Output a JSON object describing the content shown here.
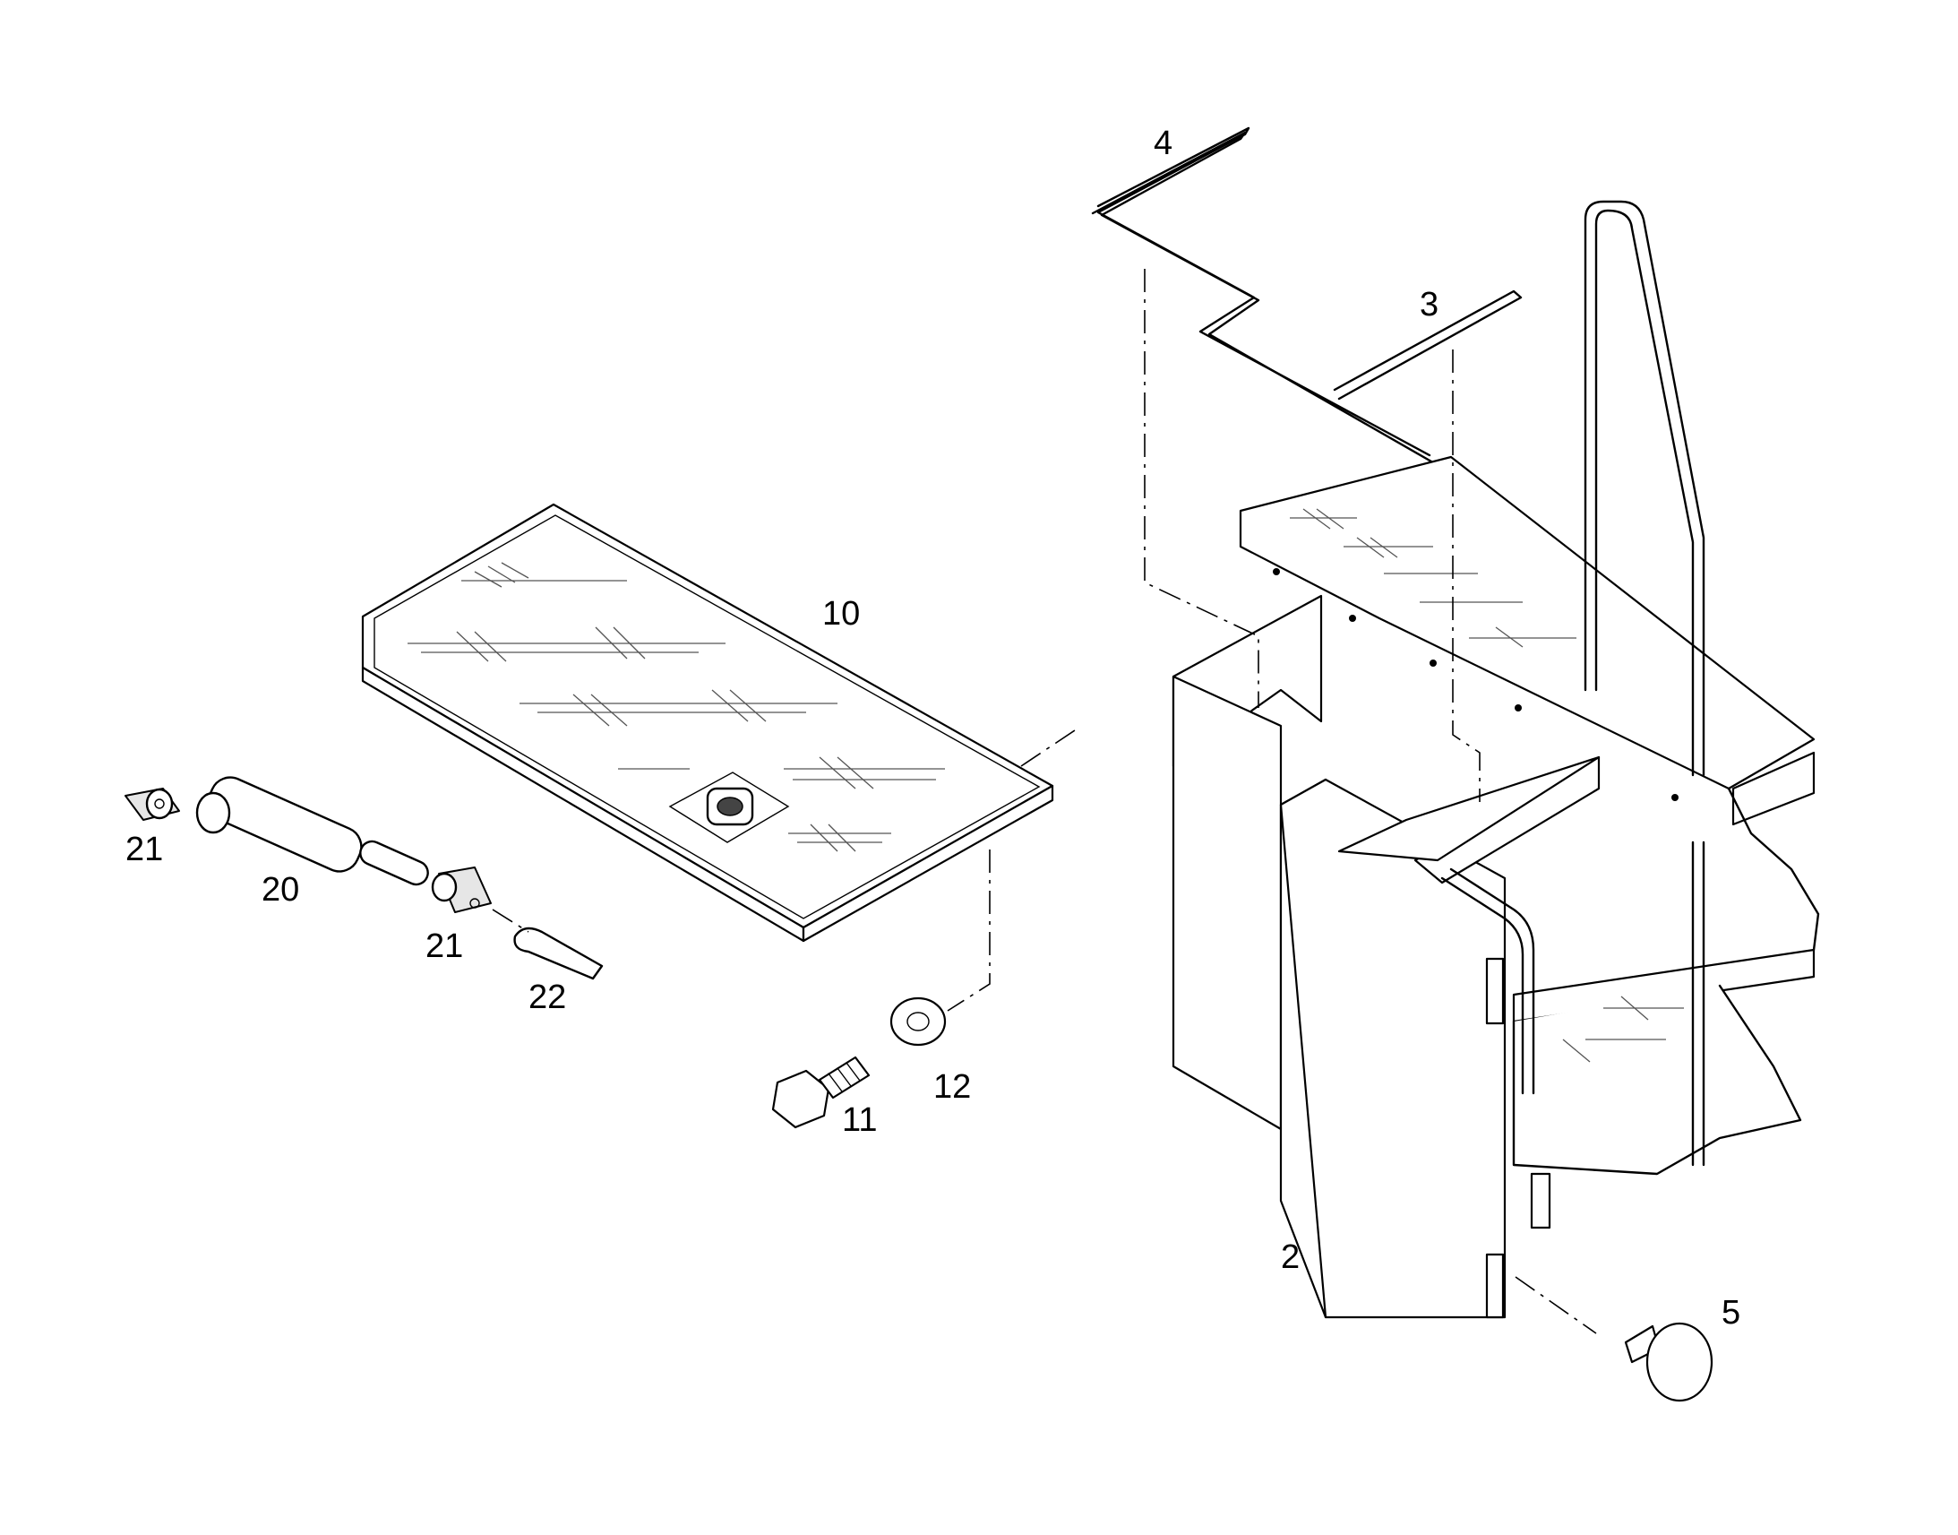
{
  "callouts": {
    "part_2": "2",
    "part_3": "3",
    "part_4": "4",
    "part_5": "5",
    "part_10": "10",
    "part_11": "11",
    "part_12": "12",
    "part_20": "20",
    "part_21_left": "21",
    "part_21_right": "21",
    "part_22": "22"
  }
}
